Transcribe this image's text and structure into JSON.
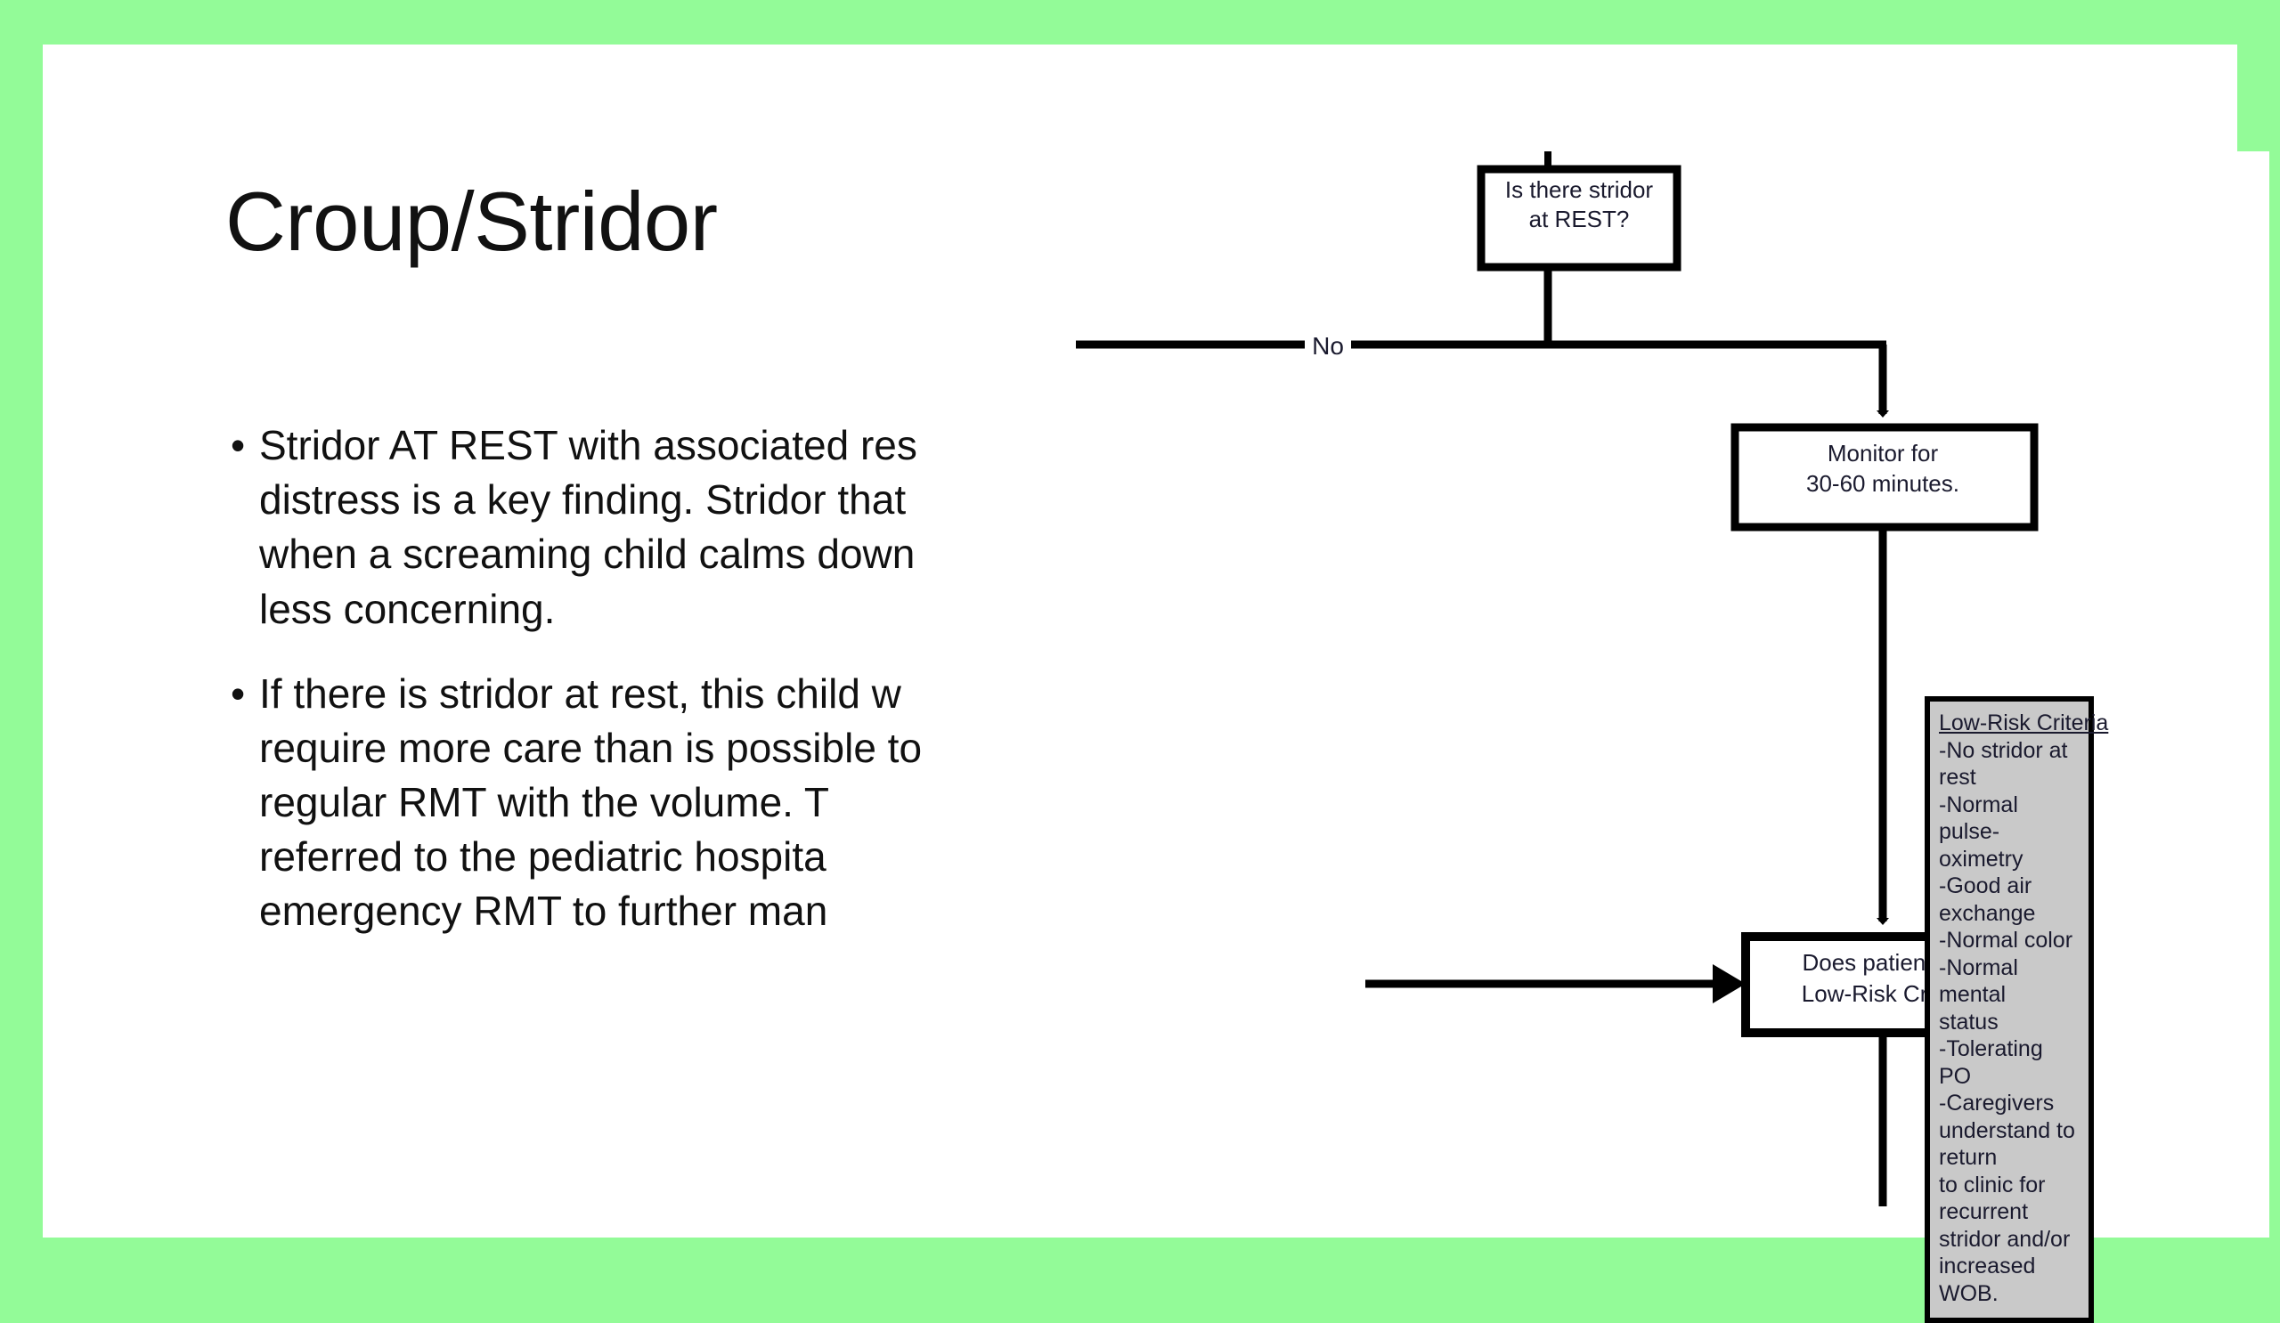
{
  "slide": {
    "background_color": "#93fb98",
    "canvas_color": "#ffffff",
    "title": "Croup/Stridor"
  },
  "body": {
    "bullet_marker": "•",
    "bullets": [
      {
        "text": "Stridor AT REST with associated respiratory distress is a key finding. Stridor that resolves when a screaming child calms down is much less concerning.",
        "visible_text": "Stridor AT REST with associated res\ndistress is a key finding. Stridor that\nwhen a screaming child calms down\nless concerning."
      },
      {
        "text": "If there is stridor at rest, this child will likely require more care than is possible to give in regular RMT with the volume. They should be referred to the pediatric hospital or emergency RMT to further management.",
        "visible_text": "If there is stridor at rest, this child w\nrequire more care than is possible to\nregular RMT with the volume. T\nreferred to the pediatric hospita\nemergency RMT to further man"
      }
    ]
  },
  "flowchart": {
    "stroke_color": "#000000",
    "text_color": "#1a1a2e",
    "box_fill": "#ffffff",
    "callout_fill": "#c9c9c9",
    "nodes": [
      {
        "id": "decision-stridor-at-rest",
        "lines": [
          "Is there stridor",
          "at REST?"
        ]
      },
      {
        "id": "action-monitor",
        "lines": [
          "Monitor for",
          "30-60 minutes."
        ]
      },
      {
        "id": "decision-low-risk",
        "lines": [
          "Does patient meet",
          "Low-Risk Criteria?"
        ]
      }
    ],
    "edge_labels": [
      {
        "id": "edge-no",
        "text": "No"
      }
    ],
    "callout": {
      "id": "low-risk-criteria-callout",
      "title": "Low-Risk Criteria",
      "lines": [
        "-No stridor at rest",
        "-Normal pulse-",
        "oximetry",
        "-Good air exchange",
        "-Normal color",
        "-Normal mental",
        "status",
        "-Tolerating PO",
        "-Caregivers",
        "understand to return",
        "to clinic for recurrent",
        "stridor and/or",
        "increased WOB."
      ]
    }
  }
}
